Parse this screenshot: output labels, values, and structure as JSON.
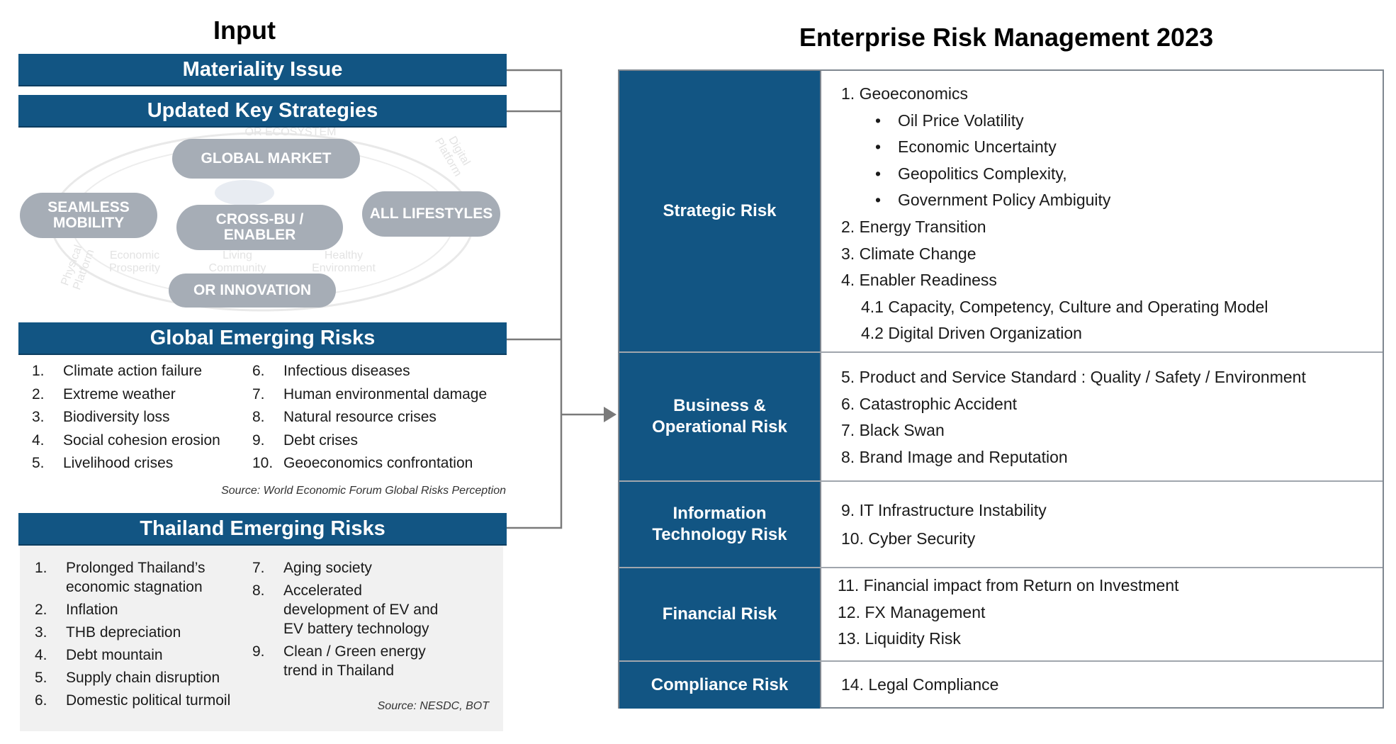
{
  "input_title": "Input",
  "erm_title": "Enterprise Risk Management 2023",
  "bars": {
    "materiality": "Materiality Issue",
    "strategies": "Updated Key Strategies",
    "global": "Global Emerging Risks",
    "thailand": "Thailand Emerging Risks"
  },
  "strategy_pills": {
    "global_market": "GLOBAL MARKET",
    "seamless_mobility": "SEAMLESS\nMOBILITY",
    "cross_bu": "CROSS-BU /\nENABLER",
    "all_lifestyles": "ALL LIFESTYLES",
    "or_innovation": "OR INNOVATION"
  },
  "global_risks_left": [
    {
      "num": "1.",
      "text": "Climate action failure"
    },
    {
      "num": "2.",
      "text": "Extreme weather"
    },
    {
      "num": "3.",
      "text": "Biodiversity loss"
    },
    {
      "num": "4.",
      "text": "Social cohesion erosion"
    },
    {
      "num": "5.",
      "text": "Livelihood crises"
    }
  ],
  "global_risks_right": [
    {
      "num": "6.",
      "text": "Infectious diseases"
    },
    {
      "num": "7.",
      "text": "Human environmental damage"
    },
    {
      "num": "8.",
      "text": "Natural resource crises"
    },
    {
      "num": "9.",
      "text": "Debt crises"
    },
    {
      "num": "10.",
      "text": "Geoeconomics confrontation"
    }
  ],
  "global_source": "Source: World Economic Forum Global Risks Perception",
  "thai_risks_left": [
    {
      "num": "1.",
      "text": "Prolonged Thailand’s\neconomic stagnation"
    },
    {
      "num": "2.",
      "text": "Inflation"
    },
    {
      "num": "3.",
      "text": "THB depreciation"
    },
    {
      "num": "4.",
      "text": "Debt mountain"
    },
    {
      "num": "5.",
      "text": "Supply chain disruption"
    },
    {
      "num": "6.",
      "text": "Domestic political turmoil"
    }
  ],
  "thai_risks_right": [
    {
      "num": "7.",
      "text": "Aging society"
    },
    {
      "num": "8.",
      "text": "Accelerated\ndevelopment of EV and\nEV battery technology"
    },
    {
      "num": "9.",
      "text": "Clean / Green energy\ntrend in Thailand"
    }
  ],
  "thai_source": "Source: NESDC, BOT",
  "erm": [
    {
      "category": "Strategic Risk",
      "items": [
        {
          "kind": "main",
          "text": "1. Geoeconomics"
        },
        {
          "kind": "bullet",
          "text": "Oil Price Volatility"
        },
        {
          "kind": "bullet",
          "text": "Economic Uncertainty"
        },
        {
          "kind": "bullet",
          "text": "Geopolitics Complexity,"
        },
        {
          "kind": "bullet",
          "text": "Government Policy Ambiguity"
        },
        {
          "kind": "main",
          "text": "2. Energy Transition"
        },
        {
          "kind": "main",
          "text": "3. Climate Change"
        },
        {
          "kind": "main",
          "text": "4. Enabler Readiness"
        },
        {
          "kind": "sub",
          "text": "4.1 Capacity, Competency, Culture and Operating Model"
        },
        {
          "kind": "sub",
          "text": "4.2 Digital Driven Organization"
        }
      ]
    },
    {
      "category": "Business &\nOperational Risk",
      "items": [
        {
          "kind": "main",
          "text": "5. Product and Service Standard : Quality / Safety / Environment"
        },
        {
          "kind": "main",
          "text": "6. Catastrophic Accident"
        },
        {
          "kind": "main",
          "text": "7. Black Swan"
        },
        {
          "kind": "main",
          "text": "8. Brand Image and Reputation"
        }
      ]
    },
    {
      "category": "Information\nTechnology Risk",
      "items": [
        {
          "kind": "main",
          "text": "9. IT Infrastructure Instability"
        },
        {
          "kind": "main",
          "text": "10. Cyber Security"
        }
      ]
    },
    {
      "category": "Financial Risk",
      "items": [
        {
          "kind": "main",
          "text": "11. Financial impact from Return on Investment"
        },
        {
          "kind": "main",
          "text": "12. FX Management"
        },
        {
          "kind": "main",
          "text": "13. Liquidity Risk"
        }
      ]
    },
    {
      "category": "Compliance Risk",
      "items": [
        {
          "kind": "main",
          "text": "14. Legal Compliance"
        }
      ]
    }
  ]
}
